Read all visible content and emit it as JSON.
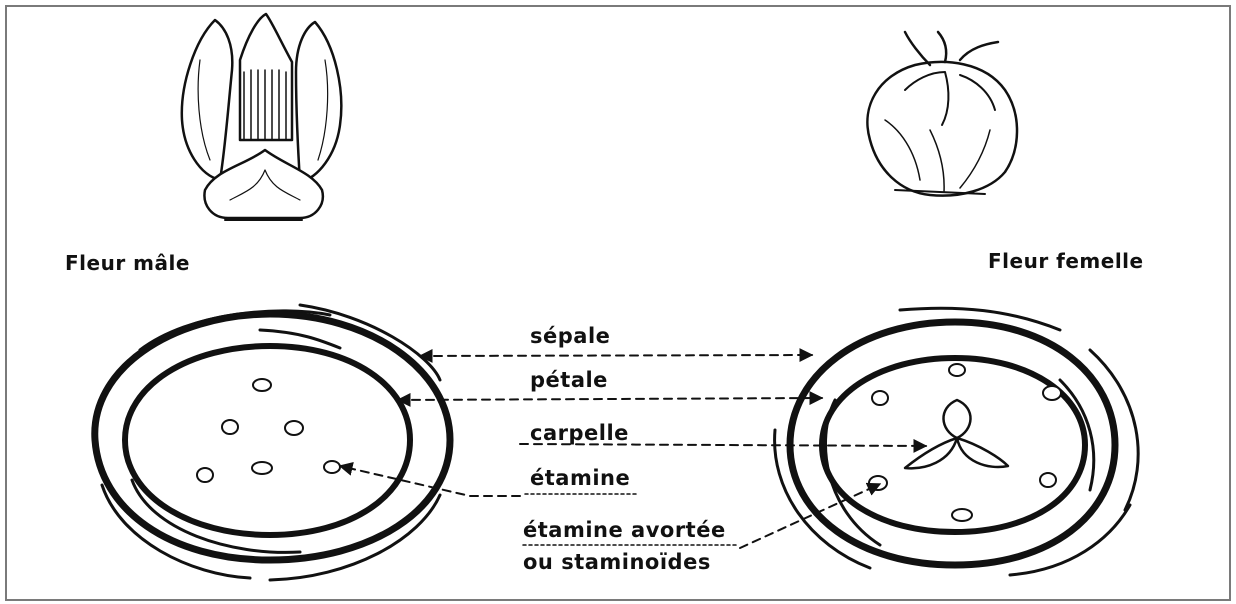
{
  "captions": {
    "male": "Fleur mâle",
    "female": "Fleur femelle"
  },
  "labels": {
    "sepal": "sépale",
    "petal": "pétale",
    "carpel": "carpelle",
    "stamen": "étamine",
    "aborted_line1": "étamine avortée",
    "aborted_line2": "ou staminoïdes"
  }
}
